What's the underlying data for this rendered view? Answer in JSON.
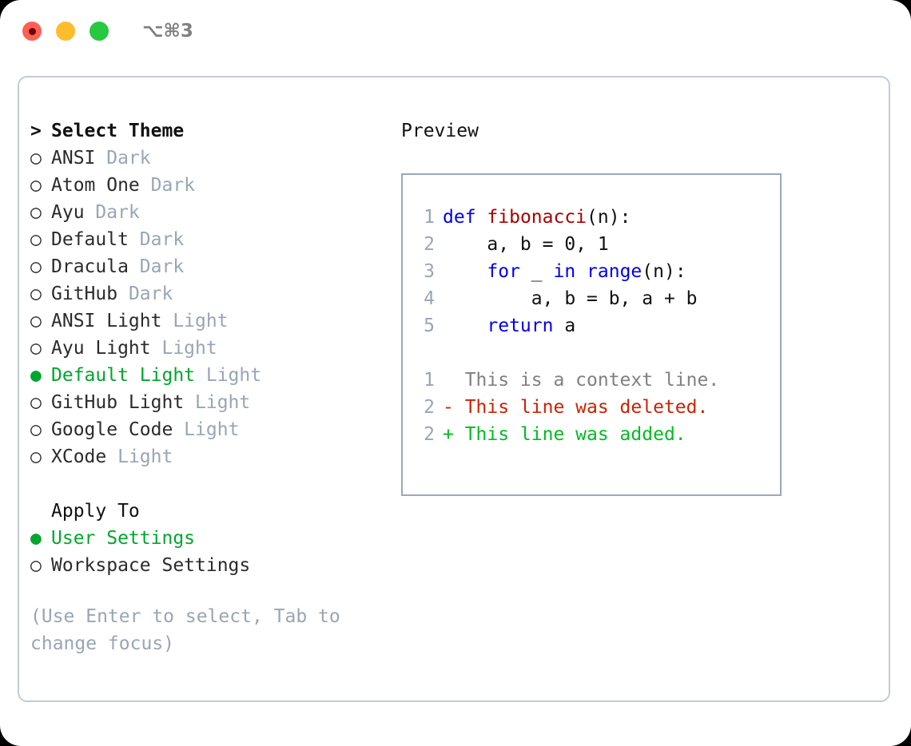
{
  "titlebar": {
    "lights": [
      {
        "name": "close",
        "color": "#ff5f57"
      },
      {
        "name": "minimize",
        "color": "#ffbd2e"
      },
      {
        "name": "maximize",
        "color": "#28c840"
      }
    ],
    "shortcut": "⌥⌘3"
  },
  "theme_picker": {
    "header_marker": ">",
    "header_label": "Select Theme",
    "items": [
      {
        "marker": "○",
        "name": "ANSI",
        "tag": "Dark",
        "selected": false
      },
      {
        "marker": "○",
        "name": "Atom One",
        "tag": "Dark",
        "selected": false
      },
      {
        "marker": "○",
        "name": "Ayu",
        "tag": "Dark",
        "selected": false
      },
      {
        "marker": "○",
        "name": "Default",
        "tag": "Dark",
        "selected": false
      },
      {
        "marker": "○",
        "name": "Dracula",
        "tag": "Dark",
        "selected": false
      },
      {
        "marker": "○",
        "name": "GitHub",
        "tag": "Dark",
        "selected": false
      },
      {
        "marker": "○",
        "name": "ANSI Light",
        "tag": "Light",
        "selected": false
      },
      {
        "marker": "○",
        "name": "Ayu Light",
        "tag": "Light",
        "selected": false
      },
      {
        "marker": "●",
        "name": "Default Light",
        "tag": "Light",
        "selected": true
      },
      {
        "marker": "○",
        "name": "GitHub Light",
        "tag": "Light",
        "selected": false
      },
      {
        "marker": "○",
        "name": "Google Code",
        "tag": "Light",
        "selected": false
      },
      {
        "marker": "○",
        "name": "XCode",
        "tag": "Light",
        "selected": false
      }
    ]
  },
  "apply_to": {
    "label": "Apply To",
    "options": [
      {
        "marker": "●",
        "name": "User Settings",
        "selected": true
      },
      {
        "marker": "○",
        "name": "Workspace Settings",
        "selected": false
      }
    ]
  },
  "hint": "(Use Enter to select, Tab to change focus)",
  "preview": {
    "title": "Preview",
    "code_lines": [
      {
        "no": "1",
        "tokens": [
          {
            "t": "def",
            "c": "kw"
          },
          {
            "t": " ",
            "c": "plain"
          },
          {
            "t": "fibonacci",
            "c": "fn"
          },
          {
            "t": "(n):",
            "c": "plain"
          }
        ]
      },
      {
        "no": "2",
        "tokens": [
          {
            "t": "    a, b = 0, 1",
            "c": "plain"
          }
        ]
      },
      {
        "no": "3",
        "tokens": [
          {
            "t": "    ",
            "c": "plain"
          },
          {
            "t": "for",
            "c": "kw"
          },
          {
            "t": " _ ",
            "c": "plain"
          },
          {
            "t": "in",
            "c": "kw"
          },
          {
            "t": " ",
            "c": "plain"
          },
          {
            "t": "range",
            "c": "kw"
          },
          {
            "t": "(n):",
            "c": "plain"
          }
        ]
      },
      {
        "no": "4",
        "tokens": [
          {
            "t": "        a, b = b, a + b",
            "c": "plain"
          }
        ]
      },
      {
        "no": "5",
        "tokens": [
          {
            "t": "    ",
            "c": "plain"
          },
          {
            "t": "return",
            "c": "kw"
          },
          {
            "t": " a",
            "c": "plain"
          }
        ]
      }
    ],
    "diff_lines": [
      {
        "no": "1",
        "text": "  This is a context line.",
        "kind": "ctx"
      },
      {
        "no": "2",
        "text": "- This line was deleted.",
        "kind": "del"
      },
      {
        "no": "2",
        "text": "+ This line was added.",
        "kind": "add"
      }
    ]
  },
  "colors": {
    "accent_green": "#00a62e",
    "muted": "#9aa5b4",
    "keyword_blue": "#0000ee",
    "function_red": "#aa0000",
    "diff_deleted": "#cc2200",
    "diff_added": "#00bb22",
    "panel_border": "#9aa8ba",
    "window_border": "#c3cbd6"
  }
}
